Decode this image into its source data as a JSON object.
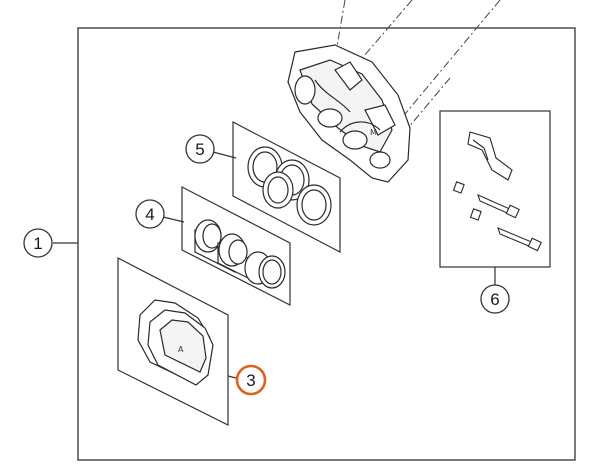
{
  "callouts": {
    "assembly": "1",
    "brake_pads": "3",
    "pistons": "4",
    "seals": "5",
    "pin_kit": "6"
  },
  "colors": {
    "highlight": "#e0601e",
    "line": "#333333",
    "background": "#ffffff"
  },
  "highlighted_callout": "3"
}
